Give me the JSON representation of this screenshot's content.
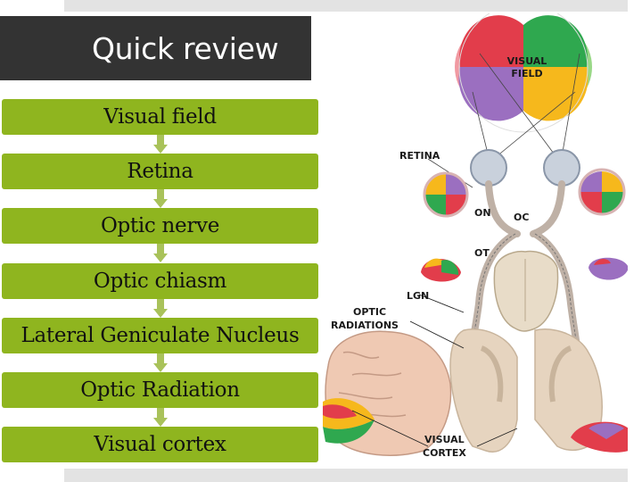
{
  "slide": {
    "title": "Quick review",
    "steps": [
      "Visual field",
      "Retina",
      "Optic nerve",
      "Optic chiasm",
      "Lateral Geniculate Nucleus",
      "Optic Radiation",
      "Visual cortex"
    ]
  },
  "figure": {
    "labels": {
      "visual_field_1": "VISUAL",
      "visual_field_2": "FIELD",
      "retina": "RETINA",
      "on": "ON",
      "oc": "OC",
      "ot": "OT",
      "lgn": "LGN",
      "optic_radiations_1": "OPTIC",
      "optic_radiations_2": "RADIATIONS",
      "visual_cortex_1": "VISUAL",
      "visual_cortex_2": "CORTEX"
    },
    "colors": {
      "red": "#e23d4b",
      "green": "#2fa84f",
      "purple": "#9b6fc0",
      "yellow": "#f6b81c",
      "step_green": "#8fb51f"
    }
  }
}
